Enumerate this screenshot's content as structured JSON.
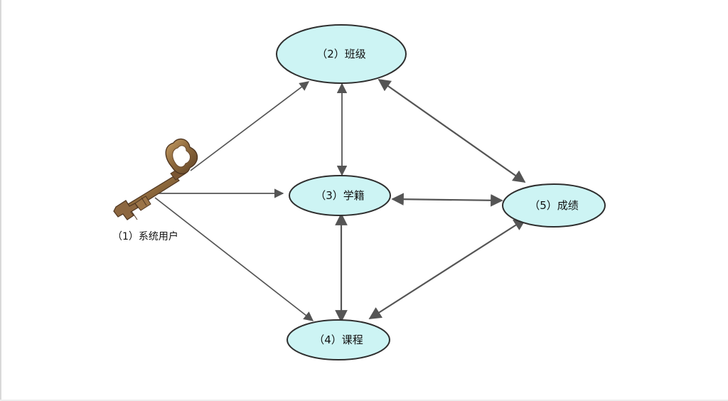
{
  "diagram": {
    "user_label": "（1）系统用户",
    "nodes": [
      {
        "id": "class",
        "label": "（2）班级"
      },
      {
        "id": "status",
        "label": "（3）学籍"
      },
      {
        "id": "course",
        "label": "（4）课程"
      },
      {
        "id": "grades",
        "label": "（5）成绩"
      }
    ],
    "node_fill": "#cdf4f4",
    "node_stroke": "#2f2f2f",
    "arrow_color": "#555555"
  }
}
